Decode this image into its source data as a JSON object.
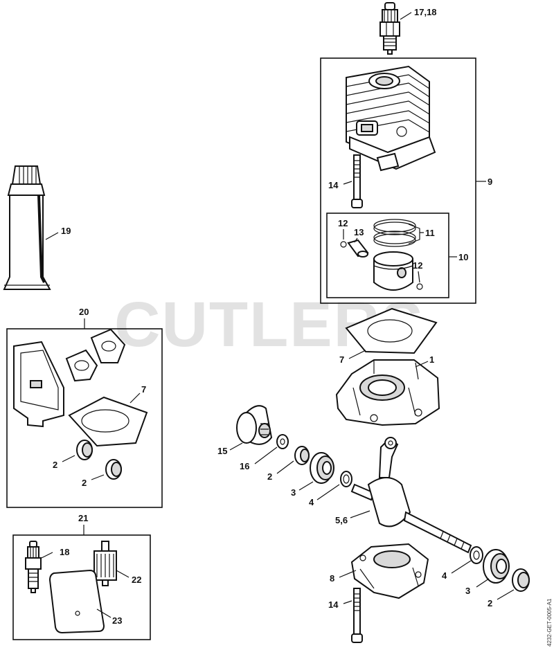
{
  "watermark": "CUTLERS",
  "drawing_code": "4232-GET-0005-A1",
  "labels": {
    "spark_plug_top": "17,18",
    "cylinder_group": "9",
    "bolt_top": "14",
    "piston_group": "10",
    "piston_pin_clip_a": "12",
    "piston_pin": "13",
    "piston_rings": "11",
    "piston_pin_clip_b": "12",
    "grease_tube": "19",
    "gasket_kit": "20",
    "gasket_kit_gasket": "7",
    "gasket_kit_seal_a": "2",
    "gasket_kit_seal_b": "2",
    "cylinder_gasket": "7",
    "crankcase_upper": "1",
    "fan_hub": "15",
    "washer_left": "16",
    "seal_left": "2",
    "bearing_left": "3",
    "shim_left": "4",
    "crankshaft": "5,6",
    "shim_right": "4",
    "bearing_right": "3",
    "seal_right": "2",
    "crankcase_lower": "8",
    "bolt_bottom": "14",
    "service_kit": "21",
    "kit_spark_plug": "18",
    "fuel_filter": "22",
    "air_filter": "23"
  }
}
